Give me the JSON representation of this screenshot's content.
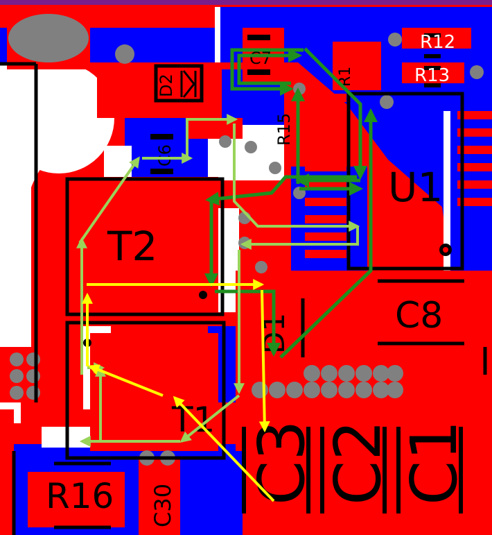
{
  "title": "",
  "colors": {
    "copper_top": "#ff0000",
    "copper_bottom": "#0000ff",
    "substrate": "#ffffff",
    "silkscreen": "#000000",
    "via": "#808080",
    "border": "#7a1e8c",
    "flow_dark_green": "#1f8f1f",
    "flow_light_green": "#9ad35a",
    "flow_yellow": "#ffff00"
  },
  "labels": {
    "r12": "R12",
    "r13": "R13",
    "c7": "C7",
    "d2": "D2",
    "r15": "R15",
    "r1": "R1",
    "c6": "C6",
    "t2": "T2",
    "u1": "U1",
    "c8": "C8",
    "d1": "D1",
    "t1": "T1",
    "r16": "R16",
    "c30": "C30",
    "c3": "C3",
    "c2": "C2",
    "c1": "C1"
  },
  "current_paths": [
    {
      "color": "flow_dark_green",
      "description": "C7 loop"
    },
    {
      "color": "flow_dark_green",
      "description": "U1 to D1 loop"
    },
    {
      "color": "flow_light_green",
      "description": "T2 gate drive loop"
    },
    {
      "color": "flow_light_green",
      "description": "T1 gate drive loop"
    },
    {
      "color": "flow_yellow",
      "description": "Power loop to C3"
    }
  ]
}
